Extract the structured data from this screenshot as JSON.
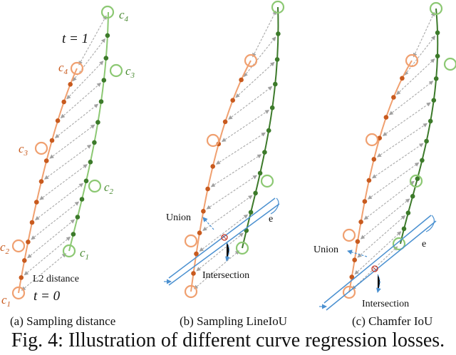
{
  "panel_a": {
    "caption": "(a) Sampling distance",
    "t1_label": "t = 1",
    "t0_label": "t = 0",
    "distance_label": "L2 distance",
    "orange_labels": [
      "c",
      "c",
      "c",
      "c"
    ],
    "orange_subs": [
      "1",
      "2",
      "3",
      "4"
    ],
    "green_labels": [
      "c",
      "c",
      "c",
      "c"
    ],
    "green_subs": [
      "1",
      "2",
      "3",
      "4"
    ]
  },
  "panel_b": {
    "caption": "(b) Sampling LineIoU",
    "union_label": "Union",
    "intersection_label": "Intersection",
    "e_label": "e"
  },
  "panel_c": {
    "caption": "(c) Chamfer IoU",
    "union_label": "Union",
    "intersection_label": "Intersection",
    "e_label": "e"
  },
  "figure_caption": "Fig. 4: Illustration of different curve regression losses.",
  "colors": {
    "orange_line": "#f0a070",
    "orange_dot": "#c85a1e",
    "green_line_light": "#8cc873",
    "green_line_dark": "#3c7a2a",
    "green_dot": "#3c7a2a",
    "label_orange": "#c85a1e",
    "label_green": "#4a8a32",
    "arrow_gray": "#999999",
    "blue": "#4a90d0"
  }
}
